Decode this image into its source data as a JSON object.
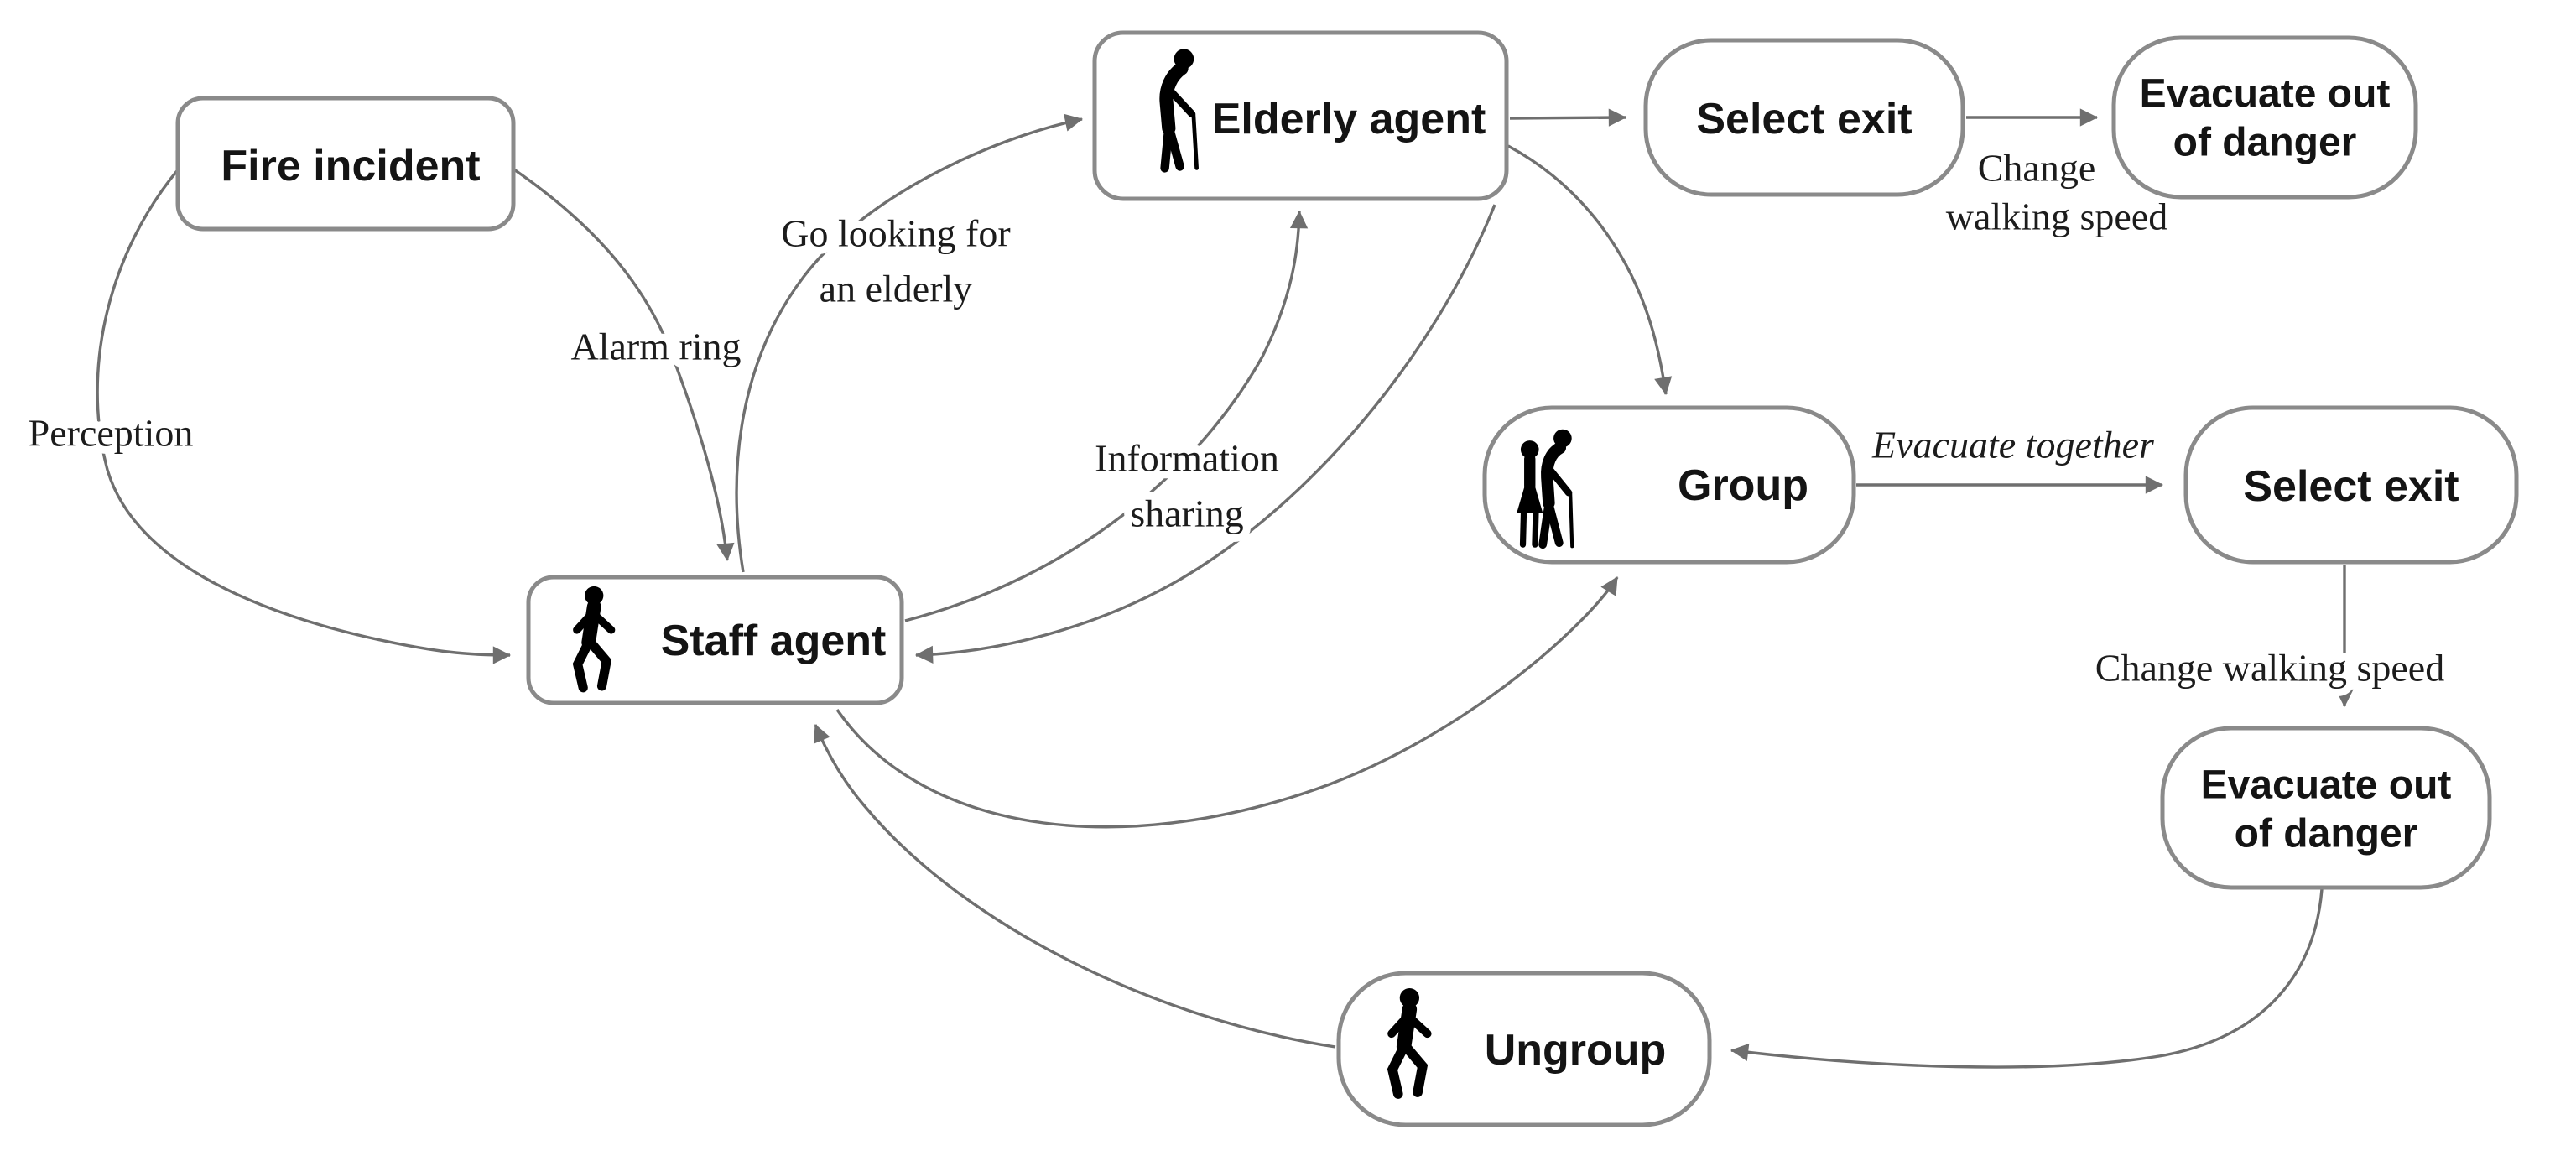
{
  "diagram": {
    "nodes": {
      "fire_incident": {
        "label": "Fire incident"
      },
      "elderly_agent": {
        "label": "Elderly agent",
        "icon": "elderly-person-icon"
      },
      "select_exit_top": {
        "label": "Select exit"
      },
      "evacuate_top": {
        "label_line1": "Evacuate out",
        "label_line2": "of danger"
      },
      "staff_agent": {
        "label": "Staff agent",
        "icon": "walking-person-icon"
      },
      "group": {
        "label": "Group",
        "icon": "elderly-couple-icon"
      },
      "select_exit_right": {
        "label": "Select exit"
      },
      "evacuate_right": {
        "label_line1": "Evacuate out",
        "label_line2": "of danger"
      },
      "ungroup": {
        "label": "Ungroup",
        "icon": "walking-person-icon"
      }
    },
    "edge_labels": {
      "perception": "Perception",
      "alarm_ring": "Alarm ring",
      "go_looking_line1": "Go looking for",
      "go_looking_line2": "an elderly",
      "information_sharing_line1": "Information",
      "information_sharing_line2": "sharing",
      "change_walking_top_line1": "Change",
      "change_walking_top_line2": "walking speed",
      "evacuate_together": "Evacuate together",
      "change_walking_right": "Change walking speed"
    },
    "colors": {
      "node_border": "#8a8a8a",
      "edge": "#6f6f6f",
      "text": "#141414",
      "label": "#1c1c1c",
      "icon": "#000000",
      "background": "#ffffff"
    }
  }
}
